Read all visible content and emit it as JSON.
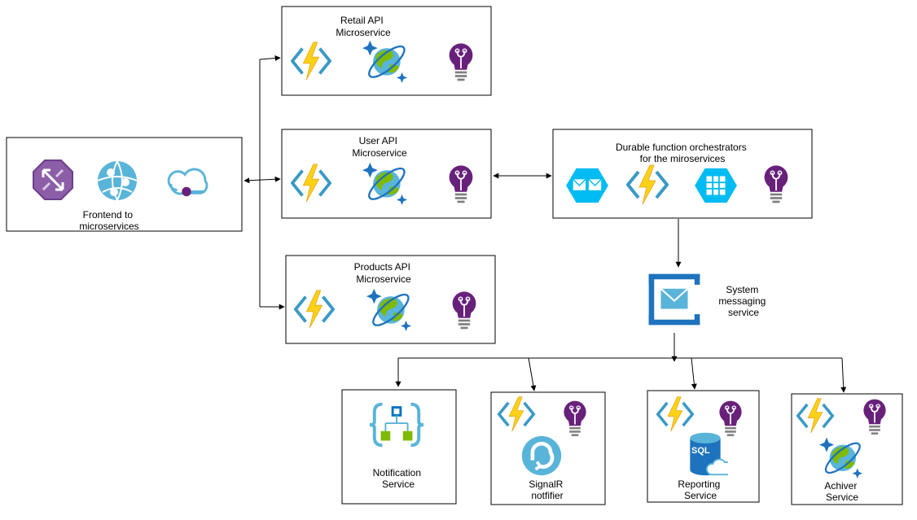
{
  "diagram": {
    "nodes": {
      "frontend": {
        "label": [
          "Frontend to",
          "microservices"
        ],
        "icons": [
          "front-door-icon",
          "web-app-icon",
          "api-management-icon"
        ]
      },
      "retail": {
        "label": [
          "Retail API",
          "Microservice"
        ],
        "icons": [
          "function-app-icon",
          "cosmos-db-icon",
          "app-insights-icon"
        ]
      },
      "user": {
        "label": [
          "User API",
          "Microservice"
        ],
        "icons": [
          "function-app-icon",
          "cosmos-db-icon",
          "app-insights-icon"
        ]
      },
      "products": {
        "label": [
          "Products API",
          "Microservice"
        ],
        "icons": [
          "function-app-icon",
          "cosmos-db-icon",
          "app-insights-icon"
        ]
      },
      "durable": {
        "label": [
          "Durable function orchestrators",
          "for the miroservices"
        ],
        "icons": [
          "storage-queue-icon",
          "function-app-icon",
          "storage-table-icon",
          "app-insights-icon"
        ]
      },
      "messaging": {
        "label": [
          "System",
          "messaging",
          "service"
        ],
        "icons": [
          "service-bus-icon"
        ]
      },
      "notification": {
        "label": [
          "Notification",
          "Service"
        ],
        "icons": [
          "logic-app-icon"
        ]
      },
      "signalr": {
        "label": [
          "SignalR",
          "notfifier"
        ],
        "icons": [
          "function-app-icon",
          "app-insights-icon",
          "signalr-icon"
        ]
      },
      "reporting": {
        "label": [
          "Reporting",
          "Service"
        ],
        "icons": [
          "function-app-icon",
          "app-insights-icon",
          "sql-database-icon"
        ]
      },
      "achiver": {
        "label": [
          "Achiver",
          "Service"
        ],
        "icons": [
          "function-app-icon",
          "app-insights-icon",
          "cosmos-db-icon"
        ]
      }
    },
    "sql_badge": "SQL",
    "colors": {
      "function_bolt": "#FCD116",
      "function_bracket": "#3999C6",
      "insights": "#68217A",
      "cosmos_globe": "#59B4D9",
      "cosmos_land": "#7FBA00",
      "front_door": "#8C5EA8",
      "queue": "#00BCF2",
      "service_bus": "#1E73BE",
      "signalr": "#59B4D9",
      "logic_app": "#59B4D9"
    }
  }
}
